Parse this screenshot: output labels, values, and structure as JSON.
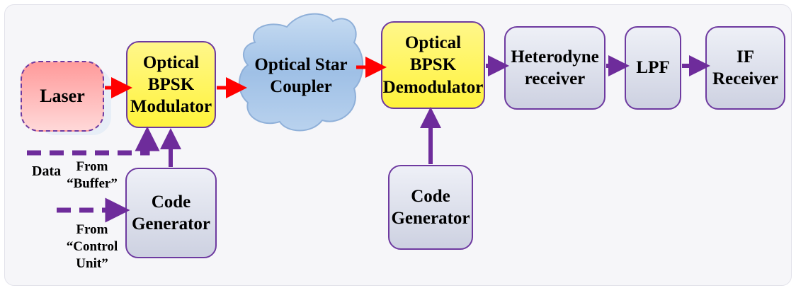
{
  "blocks": {
    "laser": "Laser",
    "modulator": "Optical\nBPSK\nModulator",
    "coupler": "Optical Star\nCoupler",
    "demodulator": "Optical BPSK\nDemodulator",
    "heterodyne": "Heterodyne\nreceiver",
    "lpf": "LPF",
    "if_receiver": "IF\nReceiver",
    "code_gen_1": "Code\nGenerator",
    "code_gen_2": "Code\nGenerator"
  },
  "labels": {
    "data": "Data",
    "from_buffer": "From\n“Buffer”",
    "from_control": "From\n“Control\nUnit”"
  },
  "colors": {
    "optical_arrow": "#ff0000",
    "electrical_arrow": "#6e2c9b",
    "modulator_fill": "#fff33b",
    "laser_fill": "#ff9a9a"
  }
}
